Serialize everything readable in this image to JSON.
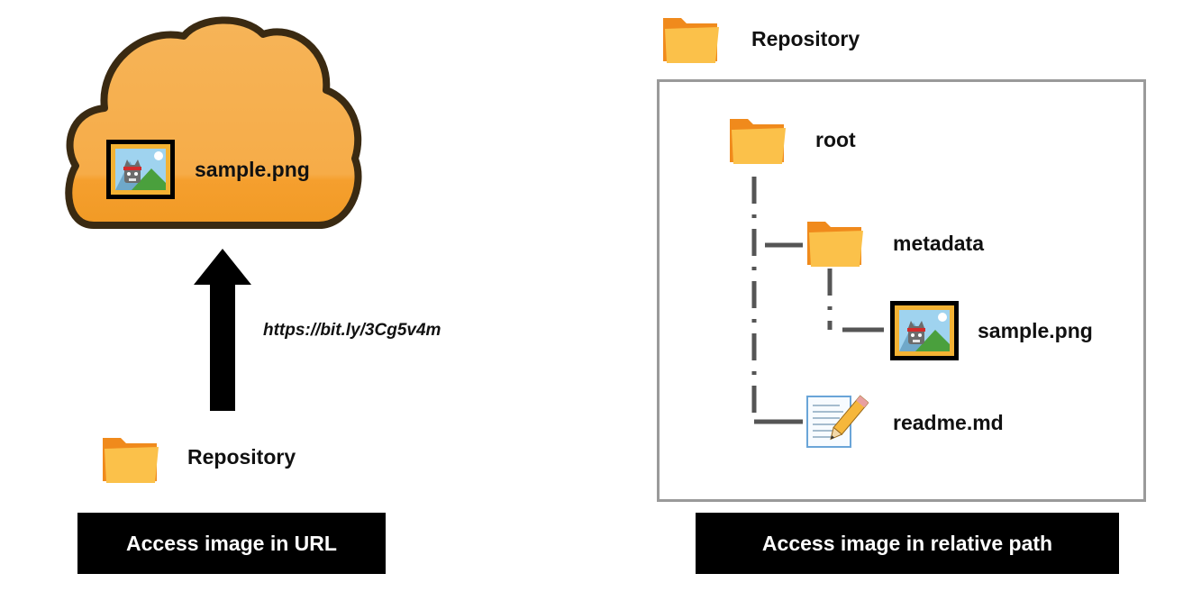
{
  "left": {
    "cloud_file": {
      "name": "sample.png",
      "icon": "image-icon"
    },
    "url": "https://bit.ly/3Cg5v4m",
    "repository": {
      "name": "Repository",
      "icon": "folder-icon"
    },
    "caption": "Access image in URL"
  },
  "right": {
    "repository": {
      "name": "Repository",
      "icon": "folder-icon"
    },
    "tree": {
      "root": "root",
      "metadata": "metadata",
      "image": "sample.png",
      "readme": "readme.md"
    },
    "caption": "Access image in relative path"
  },
  "colors": {
    "cloud_fill": "#f6a83b",
    "cloud_outline": "#3a2a12",
    "folder_back": "#f08a1c",
    "folder_front": "#fbc14a",
    "caption_bg": "#000000",
    "caption_text": "#ffffff",
    "box_border": "#9a9a9a",
    "connector": "#555555"
  }
}
